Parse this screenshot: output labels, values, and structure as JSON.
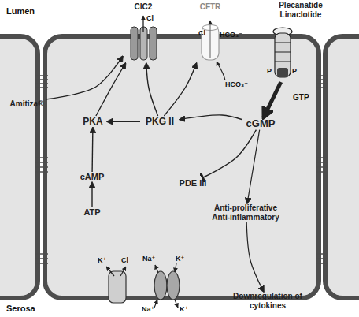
{
  "diagram": {
    "nodes": [
      {
        "text": [
          "ClC2"
        ]
      },
      {
        "text": [
          "CFTR"
        ]
      },
      {
        "text": [
          "Plecanatide Linaclotide"
        ]
      },
      {
        "text": [
          "Amitiza®"
        ]
      },
      {
        "text": [
          "PKA"
        ]
      },
      {
        "text": [
          "PKG II"
        ]
      },
      {
        "text": [
          "cGMP"
        ]
      },
      {
        "text": [
          "cAMP"
        ]
      },
      {
        "text": [
          "ATP"
        ]
      },
      {
        "text": [
          "PDE III"
        ]
      },
      {
        "text": [
          "Anti-proliferative Anti-inflammatory"
        ]
      },
      {
        "text": [
          "Downregulation of cytokines"
        ]
      }
    ],
    "edges": [
      {
        "from": 3,
        "to": 0,
        "arrow": "to"
      },
      {
        "from": 4,
        "to": 0,
        "arrow": "to"
      },
      {
        "from": 5,
        "to": 0,
        "arrow": "to"
      },
      {
        "from": 5,
        "to": 1,
        "arrow": "to"
      },
      {
        "from": 5,
        "to": 4,
        "arrow": "to"
      },
      {
        "from": 6,
        "to": 5,
        "arrow": "to"
      },
      {
        "from": 6,
        "to": 9,
        "arrow": "to"
      },
      {
        "from": 8,
        "to": 7,
        "arrow": "to"
      },
      {
        "from": 7,
        "to": 4,
        "arrow": "to"
      },
      {
        "from": 6,
        "to": 10,
        "arrow": "to"
      },
      {
        "from": 10,
        "to": 11,
        "arrow": "to"
      },
      {
        "from": 2,
        "to": 6,
        "arrow": "to"
      }
    ],
    "labels": [
      "Lumen",
      "Serosa",
      "Cl⁻",
      "Cl⁻",
      "HCO₃⁻",
      "P",
      "P",
      "GTP",
      "HCO₃⁻",
      "K⁺",
      "Cl⁻",
      "Na⁺",
      "K⁺",
      "Na⁺",
      "K⁺"
    ]
  }
}
